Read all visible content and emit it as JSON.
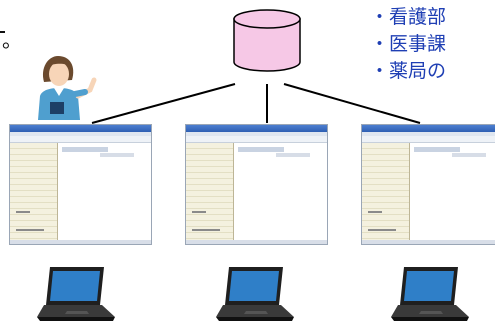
{
  "top_fragment": "。",
  "database_icon": "database-cylinder-icon",
  "nurse_icon": "nurse-presenting-icon",
  "labels": [
    "看護部",
    "医事課",
    "薬局の"
  ],
  "terminals": [
    {
      "screen": "app-window-screenshot",
      "laptop": "laptop-icon"
    },
    {
      "screen": "app-window-screenshot",
      "laptop": "laptop-icon"
    },
    {
      "screen": "app-window-screenshot",
      "laptop": "laptop-icon"
    }
  ],
  "colors": {
    "label_text": "#1f3fb4",
    "database_fill": "#f6c8e6",
    "connector": "#000000"
  }
}
